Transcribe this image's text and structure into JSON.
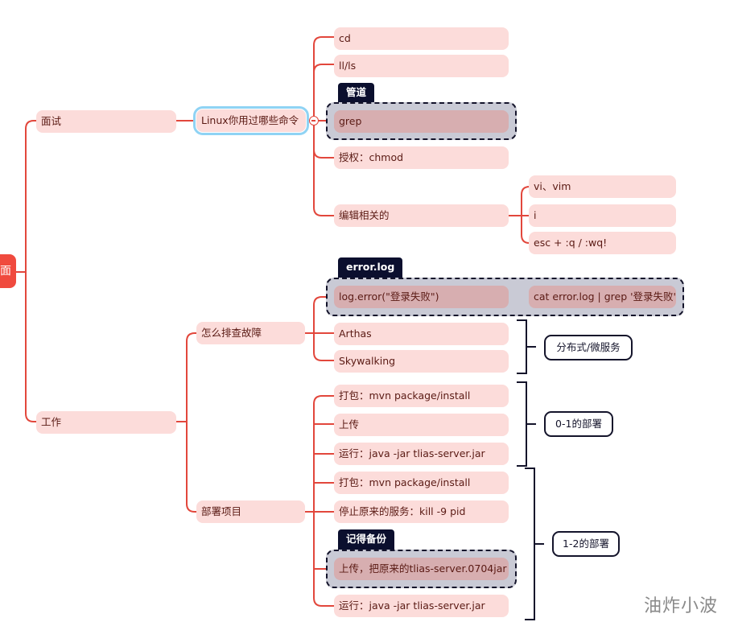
{
  "mindmap": {
    "root": {
      "label": "面"
    },
    "branches": [
      {
        "label": "面试"
      },
      {
        "label": "工作"
      }
    ],
    "interview": {
      "topic": {
        "label": "Linux你用过哪些命令"
      },
      "collapse_control": "collapse-icon",
      "items": [
        {
          "label": "cd"
        },
        {
          "label": "ll/ls"
        },
        {
          "label": "grep"
        },
        {
          "label": "授权：chmod"
        },
        {
          "label": "编辑相关的"
        }
      ],
      "pipe_tag": "管道",
      "edit_items": [
        {
          "label": "vi、vim"
        },
        {
          "label": "i"
        },
        {
          "label": "esc + :q / :wq!"
        }
      ]
    },
    "work": {
      "troubleshoot": {
        "label": "怎么排查故障",
        "tag": "error.log",
        "items": [
          {
            "label": "log.error(\"登录失败\")"
          },
          {
            "label": "Arthas"
          },
          {
            "label": "Skywalking"
          }
        ],
        "log_child": {
          "label": "cat error.log | grep '登录失败'"
        },
        "summary": "分布式/微服务"
      },
      "deploy": {
        "label": "部署项目",
        "items": [
          {
            "label": "打包：mvn package/install"
          },
          {
            "label": "上传"
          },
          {
            "label": "运行：java -jar tlias-server.jar"
          },
          {
            "label": "打包：mvn package/install"
          },
          {
            "label": "停止原来的服务：kill -9 pid"
          },
          {
            "label": "上传，把原来的tlias-server.0704jar"
          },
          {
            "label": "运行：java -jar tlias-server.jar"
          }
        ],
        "backup_tag": "记得备份",
        "summary_0_1": "0-1的部署",
        "summary_1_2": "1-2的部署"
      }
    },
    "watermark": "油炸小波",
    "colors": {
      "line": "#e2473c",
      "node_bg": "#fcdcda",
      "highlight_bg": "#d7aeb0",
      "root_bg": "#f04a3e",
      "tag_bg": "#0b0f2e",
      "summary_border": "#14142b",
      "selection": "#8fd3f4"
    }
  }
}
